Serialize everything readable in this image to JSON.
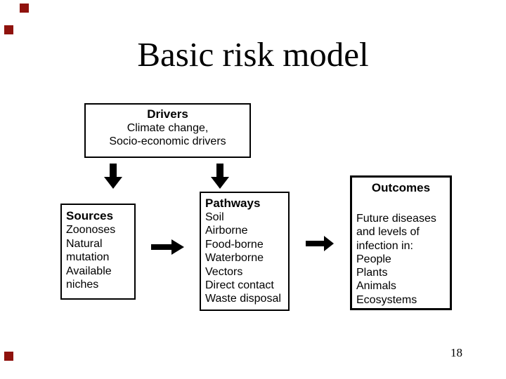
{
  "slide": {
    "title": "Basic risk model",
    "page_number": "18",
    "colors": {
      "background": "#FFFFFF",
      "text": "#000000",
      "box_border": "#000000",
      "arrow": "#000000",
      "accent_square": "#8F120D"
    },
    "drivers": {
      "heading": "Drivers",
      "lines": [
        "Climate change,",
        "Socio-economic drivers"
      ]
    },
    "sources": {
      "heading": "Sources",
      "lines": [
        "Zoonoses",
        "Natural",
        "mutation",
        "Available",
        "niches"
      ]
    },
    "pathways": {
      "heading": "Pathways",
      "lines": [
        "Soil",
        "Airborne",
        "Food-borne",
        "Waterborne",
        "Vectors",
        "Direct contact",
        "Waste disposal"
      ]
    },
    "outcomes": {
      "heading": "Outcomes",
      "lines": [
        "Future diseases",
        "and levels of",
        "infection in:",
        "People",
        "Plants",
        "Animals",
        "Ecosystems"
      ]
    }
  }
}
